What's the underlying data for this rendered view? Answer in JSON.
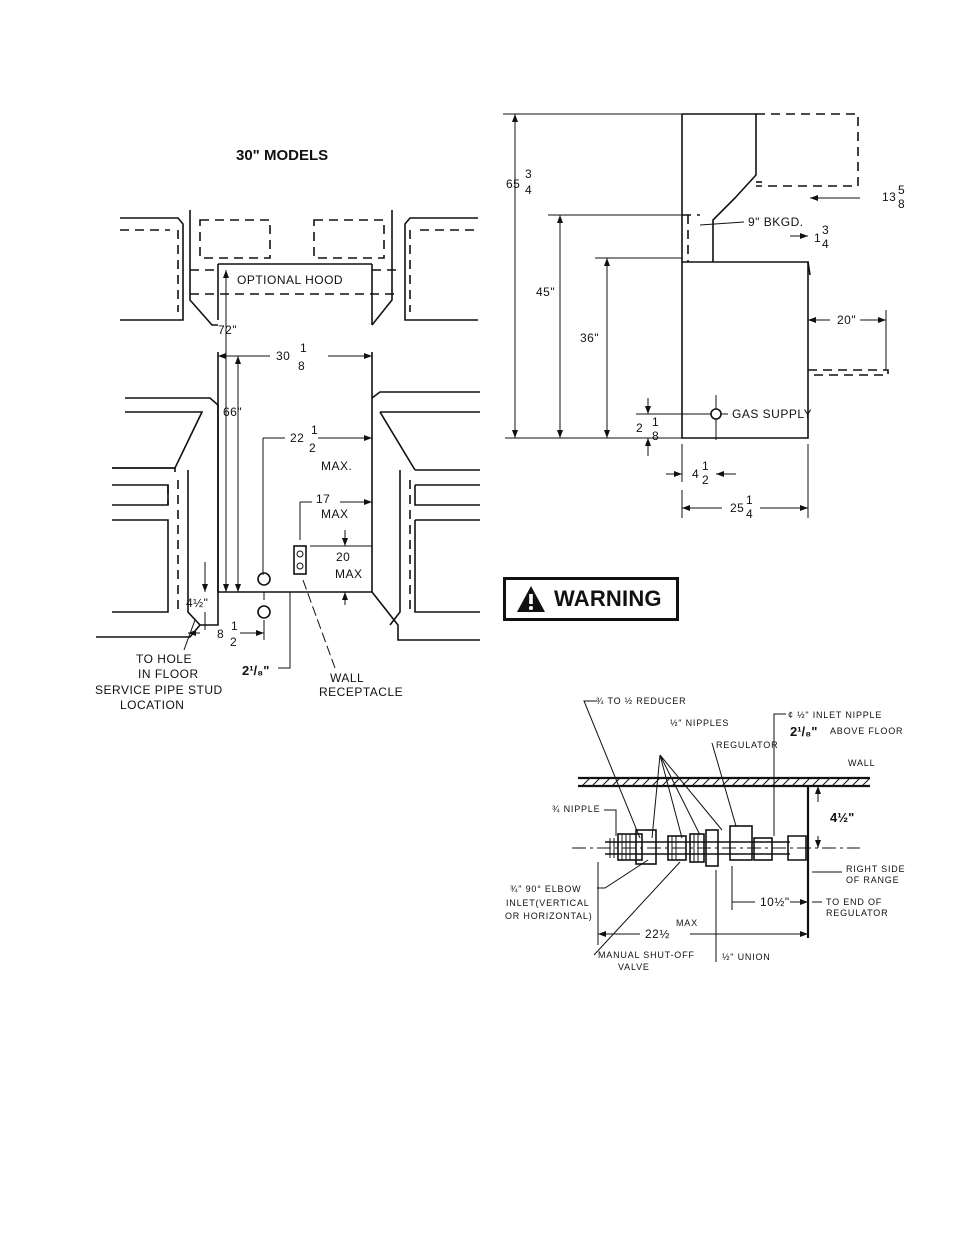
{
  "left": {
    "title": "30\" MODELS",
    "optional_hood": "OPTIONAL HOOD",
    "dim_72": "72\"",
    "dim_66": "66\"",
    "dim_30": "30",
    "dim_30_num": "1",
    "dim_30_den": "8",
    "dim_22": "22",
    "dim_22_num": "1",
    "dim_22_den": "2",
    "max": "MAX.",
    "dim_17": "17",
    "max2": "MAX",
    "dim_20": "20",
    "max3": "MAX",
    "dim_4half": "4½\"",
    "dim_8": "8",
    "dim_8_num": "1",
    "dim_8_den": "2",
    "dim_2eighth": "2¹/₈\"",
    "to_hole": [
      "TO HOLE",
      "IN FLOOR",
      "SERVICE PIPE STUD",
      "LOCATION"
    ],
    "wall_receptacle": [
      "WALL",
      "RECEPTACLE"
    ]
  },
  "right": {
    "dim_65": "65",
    "dim_65_num": "3",
    "dim_65_den": "4",
    "dim_45": "45\"",
    "dim_36": "36\"",
    "bkgd": "9\" BKGD.",
    "dim_13": "13",
    "dim_13_num": "5",
    "dim_13_den": "8",
    "dim_1": "1",
    "dim_1_num": "3",
    "dim_1_den": "4",
    "dim_20": "20\"",
    "gas_supply": "GAS SUPPLY",
    "dim_2": "2",
    "dim_2_num": "1",
    "dim_2_den": "8",
    "dim_4": "4",
    "dim_4_num": "1",
    "dim_4_den": "2",
    "dim_25": "25",
    "dim_25_num": "1",
    "dim_25_den": "4"
  },
  "warning": {
    "label": "WARNING"
  },
  "piping": {
    "reducer": "¾ TO ½ REDUCER",
    "nipples": "½\" NIPPLES",
    "inlet_nipple": "¢ ½\" INLET NIPPLE",
    "above_floor_num": "2¹/₈\"",
    "above_floor": "ABOVE FLOOR",
    "regulator": "REGULATOR",
    "wall": "WALL",
    "nipple34": "¾ NIPPLE",
    "dim_4half": "4½\"",
    "right_side": [
      "RIGHT SIDE",
      "OF RANGE"
    ],
    "elbow": [
      "¾\" 90° ELBOW",
      "INLET(VERTICAL",
      "OR HORIZONTAL)"
    ],
    "dim_10half": "10½\"",
    "to_end": [
      "TO END OF",
      "REGULATOR"
    ],
    "dim_22half": "22½",
    "max": "MAX",
    "shutoff": [
      "MANUAL SHUT-OFF",
      "VALVE"
    ],
    "union": "½\" UNION"
  }
}
